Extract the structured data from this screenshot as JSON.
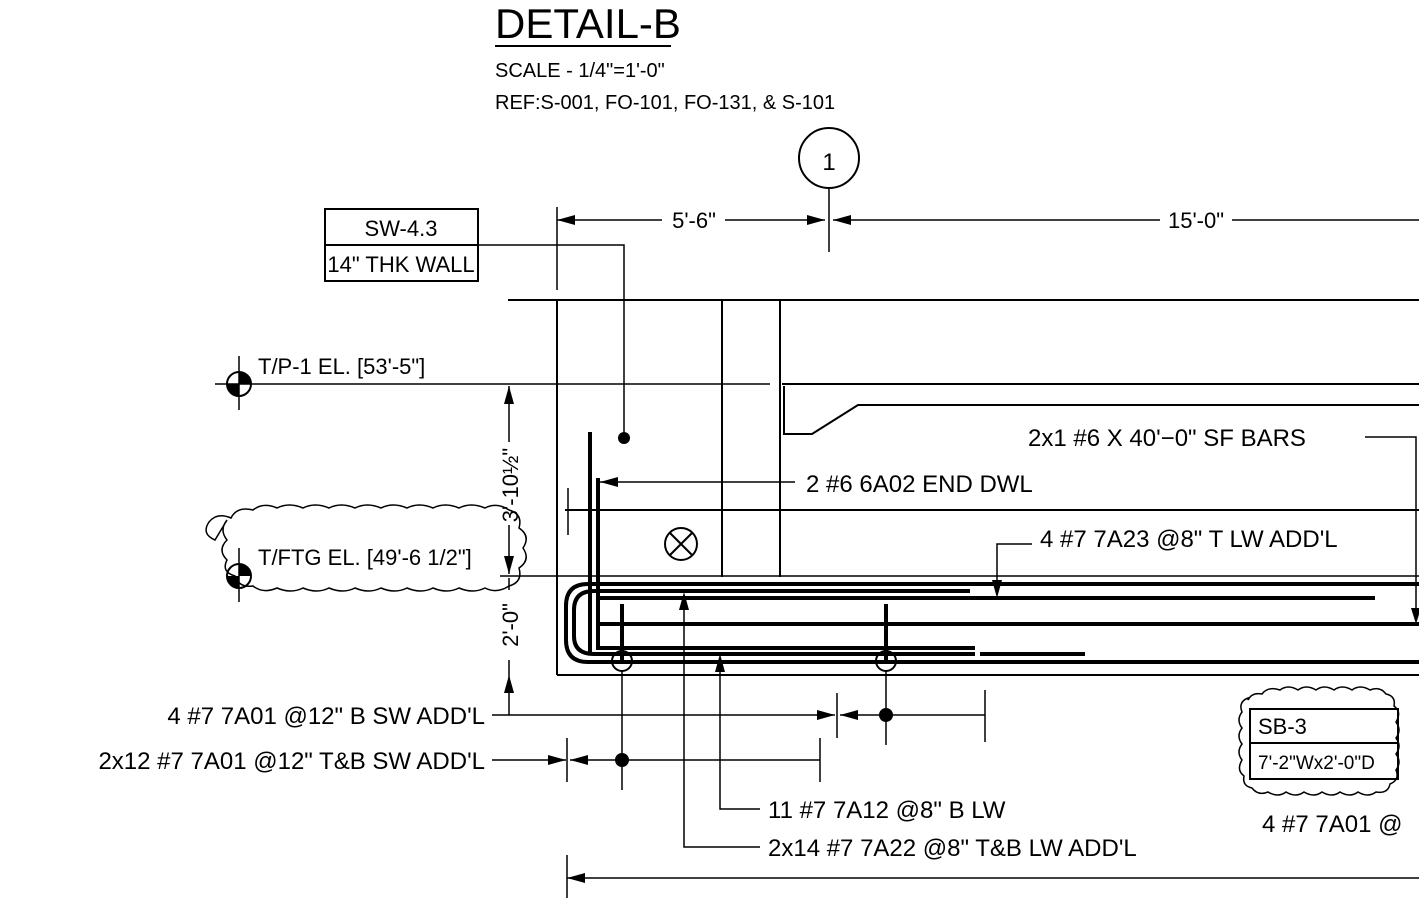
{
  "title": "DETAIL-B",
  "scale": "SCALE - 1/4\"=1'-0\"",
  "ref": "REF:S-001, FO-101, FO-131, & S-101",
  "grid_bubble": "1",
  "dimensions": {
    "span_left": "5'-6\"",
    "span_right": "15'-0\"",
    "wall_height": "3'-10½\"",
    "footing_depth": "2'-0\""
  },
  "wall_tag": {
    "id": "SW-4.3",
    "desc": "14\" THK WALL"
  },
  "beam_tag": {
    "id": "SB-3",
    "desc": "7'-2\"Wx2'-0\"D"
  },
  "elevations": {
    "top_of_pile": "T/P-1 EL. [53'-5\"]",
    "top_of_footing": "T/FTG EL. [49'-6 1/2\"]"
  },
  "rebar_callouts": {
    "sf_bars": "2x1  #6  X  40'−0\"   SF  BARS",
    "end_dowel": "2  #6  6A02   END  DWL",
    "top_lw_add": "4  #7  7A23  @8\"  T  LW  ADD'L",
    "bottom_sw_add": "4  #7  7A01  @12\"  B  SW  ADD'L",
    "tb_sw_add": "2x12  #7  7A01   @12\"  T&B  SW  ADD'L",
    "bottom_lw": "11  #7  7A12  @8\"  B  LW",
    "tb_lw_add": "2x14  #7  7A22  @8\"  T&B  LW  ADD'L",
    "right_partial": "4  #7  7A01  @"
  }
}
